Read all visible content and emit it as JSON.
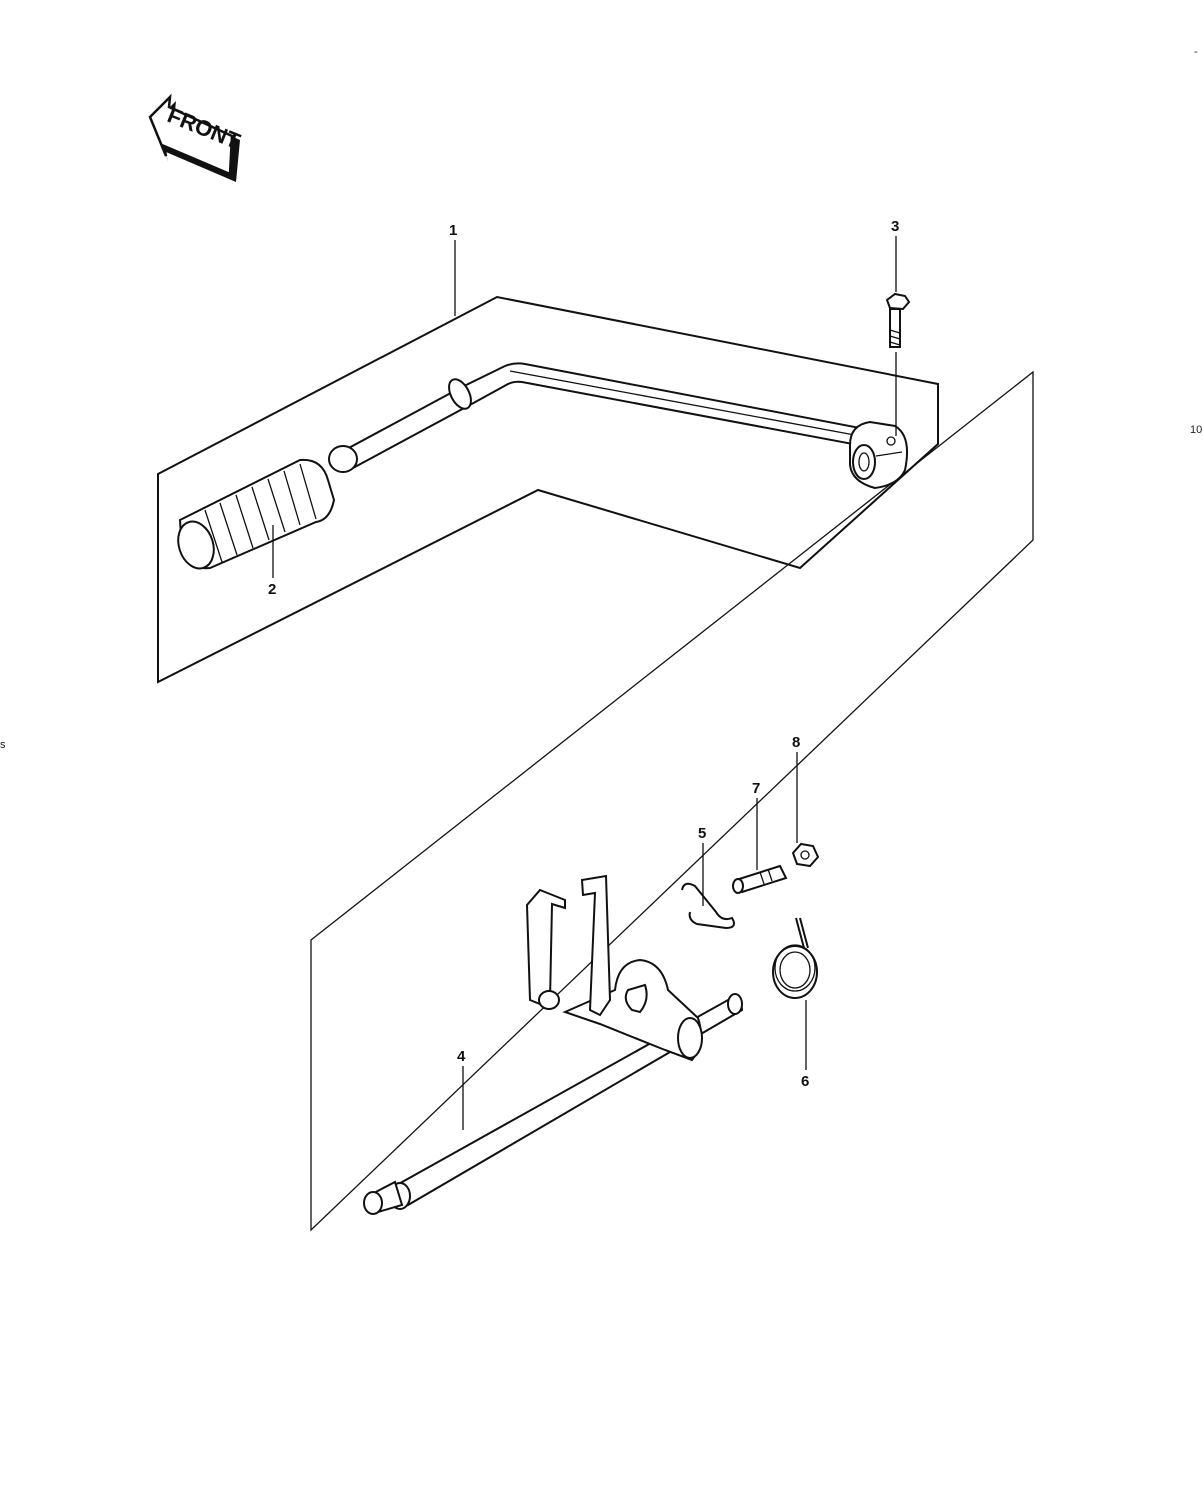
{
  "front_label": "FRONT",
  "edge_marks": [
    "10",
    "-",
    "s"
  ],
  "callouts": [
    {
      "id": "1",
      "text": "1"
    },
    {
      "id": "2",
      "text": "2"
    },
    {
      "id": "3",
      "text": "3"
    },
    {
      "id": "4",
      "text": "4"
    },
    {
      "id": "5",
      "text": "5"
    },
    {
      "id": "6",
      "text": "6"
    },
    {
      "id": "7",
      "text": "7"
    },
    {
      "id": "8",
      "text": "8"
    }
  ]
}
